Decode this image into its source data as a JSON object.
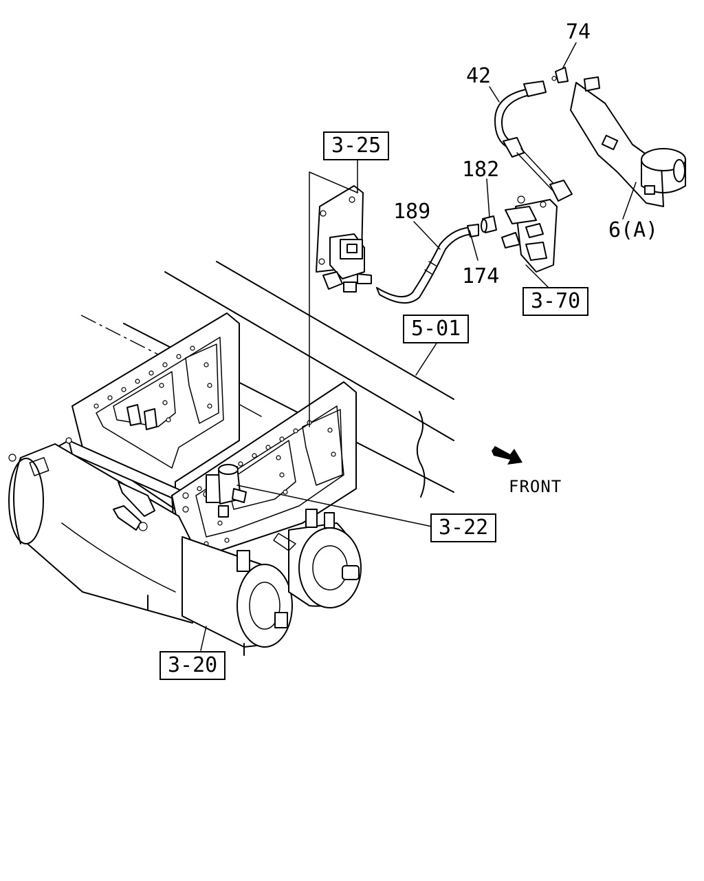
{
  "diagram": {
    "part_callouts": [
      {
        "id": "74",
        "label": "74"
      },
      {
        "id": "42",
        "label": "42"
      },
      {
        "id": "182",
        "label": "182"
      },
      {
        "id": "189",
        "label": "189"
      },
      {
        "id": "174",
        "label": "174"
      },
      {
        "id": "6a",
        "label": "6(A)"
      }
    ],
    "reference_boxes": [
      {
        "id": "3-25",
        "label": "3-25"
      },
      {
        "id": "3-70",
        "label": "3-70"
      },
      {
        "id": "5-01",
        "label": "5-01"
      },
      {
        "id": "3-22",
        "label": "3-22"
      },
      {
        "id": "3-20",
        "label": "3-20"
      }
    ],
    "direction_label": "FRONT",
    "icons": [
      "front-arrow-icon"
    ]
  }
}
